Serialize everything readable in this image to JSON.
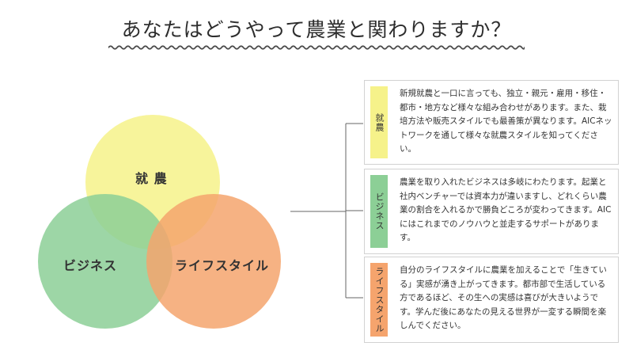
{
  "title": "あなたはどうやって農業と関わりますか？",
  "colors": {
    "wave": "#4a4a4a",
    "connector": "#666666",
    "card_border": "#d2d2d2"
  },
  "venn": {
    "circles": [
      {
        "label": "就 農",
        "color": "#f6f28a"
      },
      {
        "label": "ビジネス",
        "color": "#8ccf96"
      },
      {
        "label": "ライフスタイル",
        "color": "#f5a46d"
      }
    ]
  },
  "cards": [
    {
      "tag": "就農",
      "tag_color": "#f6f28a",
      "text": "新規就農と一口に言っても、独立・親元・雇用・移住・都市・地方など様々な組み合わせがあります。また、栽培方法や販売スタイルでも最善策が異なります。AICネットワークを通して様々な就農スタイルを知ってください。"
    },
    {
      "tag": "ビジネス",
      "tag_color": "#8ccf96",
      "text": "農業を取り入れたビジネスは多岐にわたります。起業と社内ベンチャーでは資本力が違いますし、どれくらい農業の割合を入れるかで勝負どころが変わってきます。AICにはこれまでのノウハウと並走するサポートがあります。"
    },
    {
      "tag": "ライフスタイル",
      "tag_color": "#f5a46d",
      "text": "自分のライフスタイルに農業を加えることで「生きている」実感が湧き上がってきます。都市部で生活している方であるほど、その生への実感は喜びが大きいようです。学んだ後にあなたの見える世界が一変する瞬間を楽しんでください。"
    }
  ]
}
